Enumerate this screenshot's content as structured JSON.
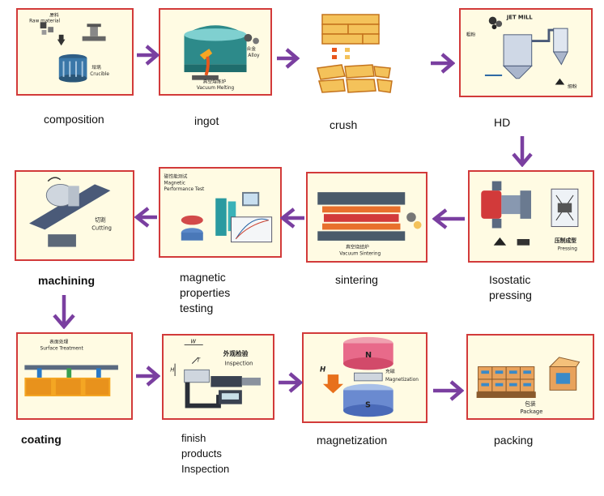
{
  "colors": {
    "arrow": "#7a3fa0",
    "card_border": "#d23a3a",
    "card_fill": "#fffbe3"
  },
  "steps": [
    {
      "caption": "composition",
      "labels": [
        "原料",
        "Raw material",
        "坩埚",
        "Crucible"
      ]
    },
    {
      "caption": "ingot",
      "labels": [
        "合金",
        "Alloy",
        "真空熔炼炉",
        "Vacuum Melting"
      ]
    },
    {
      "caption": "crush",
      "labels": []
    },
    {
      "caption": "HD",
      "labels": [
        "JET MILL",
        "粗粉",
        "细粉"
      ]
    },
    {
      "caption": "Isostatic\npressing",
      "labels": [
        "压制成型",
        "Pressing"
      ]
    },
    {
      "caption": "sintering",
      "labels": [
        "真空烧结炉",
        "Vacuum Sintering"
      ]
    },
    {
      "caption": "magnetic\nproperties\ntesting",
      "labels": [
        "磁性能测试",
        "Magnetic",
        "Performance Test"
      ]
    },
    {
      "caption": "machining",
      "labels": [
        "切割",
        "Cutting"
      ]
    },
    {
      "caption": "coating",
      "labels": [
        "表面处理",
        "Surface Treatment"
      ]
    },
    {
      "caption": "finish\nproducts\nInspection",
      "labels": [
        "W",
        "H",
        "T",
        "外观检验",
        "Inspection"
      ]
    },
    {
      "caption": "magnetization",
      "labels": [
        "N",
        "H",
        "S",
        "充磁",
        "Magnetization"
      ]
    },
    {
      "caption": "packing",
      "labels": [
        "包装",
        "Package"
      ]
    }
  ]
}
